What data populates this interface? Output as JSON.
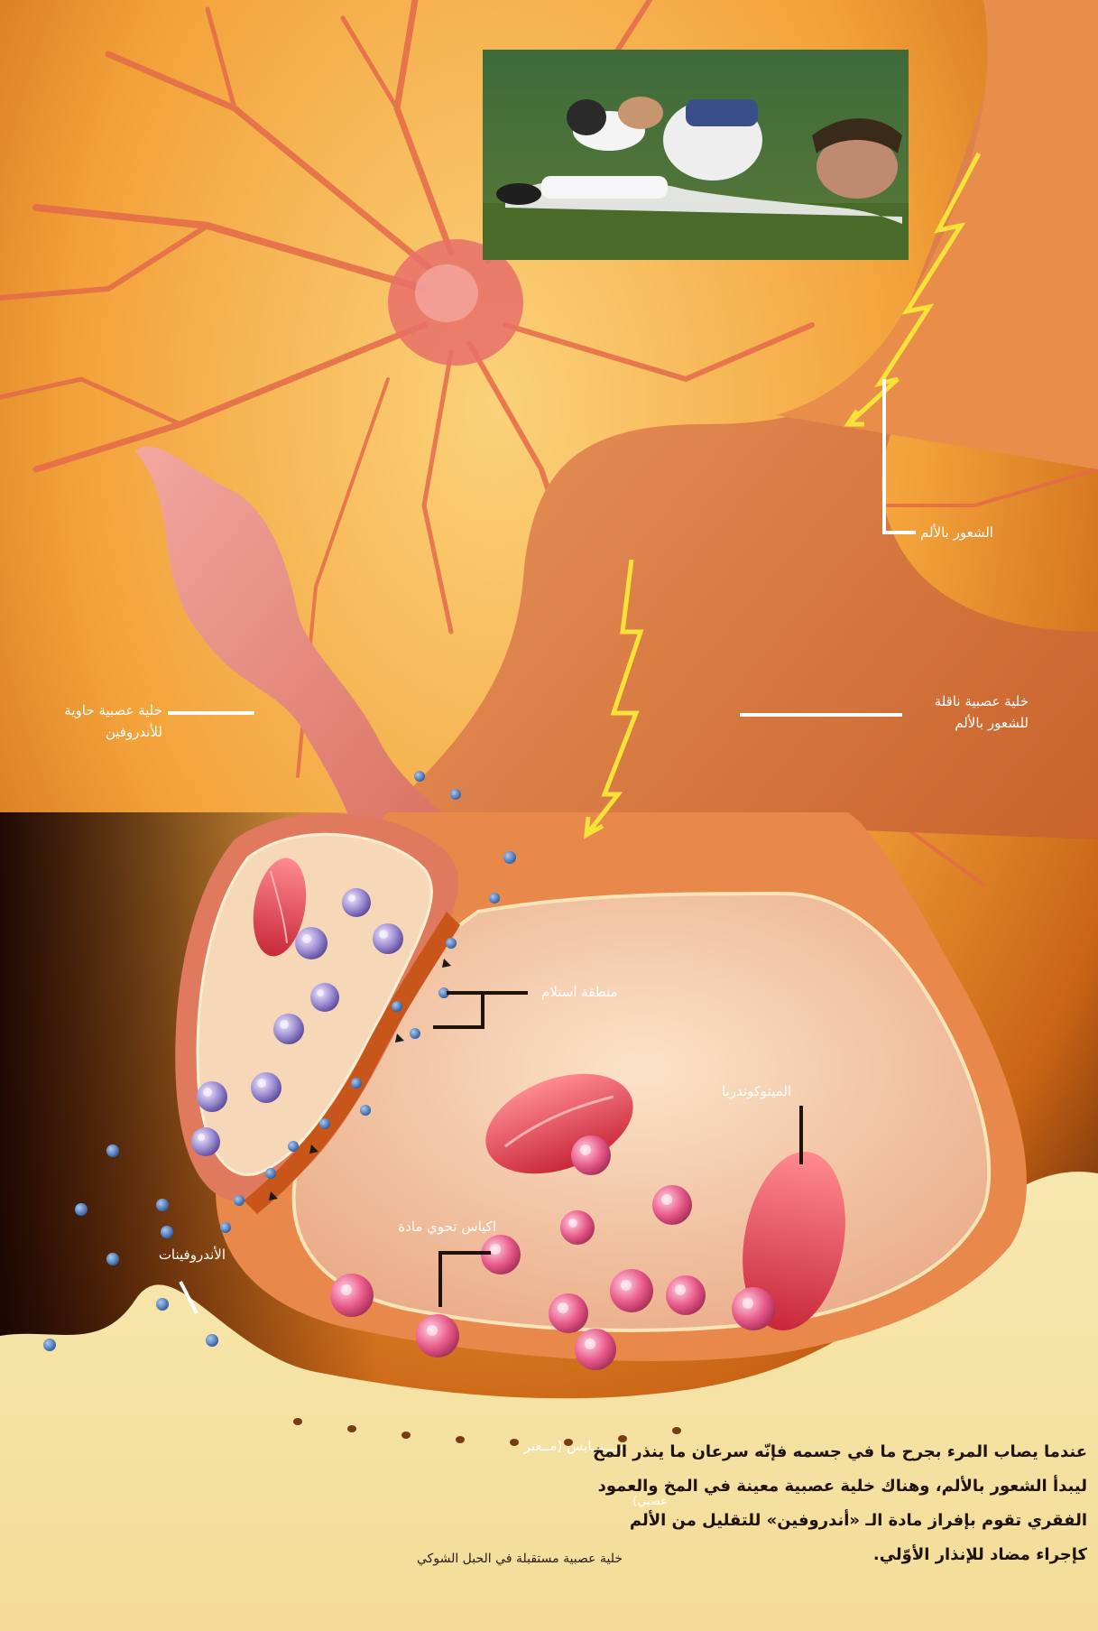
{
  "labels": {
    "pain_feeling": "الشعور بالألم",
    "pain_cell_line1": "خلية عصبية ناقلة",
    "pain_cell_line2": "للشعور بالألم",
    "endorphin_cell_line1": "خلية عصبية حاوية",
    "endorphin_cell_line2": "للأندروفين",
    "receptor_area": "منطقة استلام",
    "mitochondria": "الميتوكوندريا",
    "vesicles": "اكياس تحوي مادة",
    "endorphins": "الأندروفينات",
    "synapse_line1": "ســـنــابس (مــعبر",
    "synapse_line2": "عصبي)",
    "receiving_cell": "خلية عصبية مستقبلة في الحبل الشوكي"
  },
  "caption": {
    "line1": "عندما يصاب المرء بجرح ما في جسمه فإنّه سرعان ما ينذر المخ",
    "line2": "ليبدأ الشعور بالألم، وهناك خلية عصبية معينة في المخ والعمود",
    "line3": "الفقري تقوم بإفراز مادة الـ «أندروفين» للتقليل من الألم",
    "line4": "كإجراء مضاد للإنذار الأوّلي."
  },
  "colors": {
    "background": "#f29a24",
    "neuron": "#e8884a",
    "receiving_cell": "#f6e6a8",
    "vesicle": "#e85a8a",
    "endorphin_dot": "#3f6fb8",
    "lightning": "#f7e23a"
  },
  "icons": {
    "photo": "injured-player-photo",
    "lightning": "pain-signal-lightning-icon"
  }
}
